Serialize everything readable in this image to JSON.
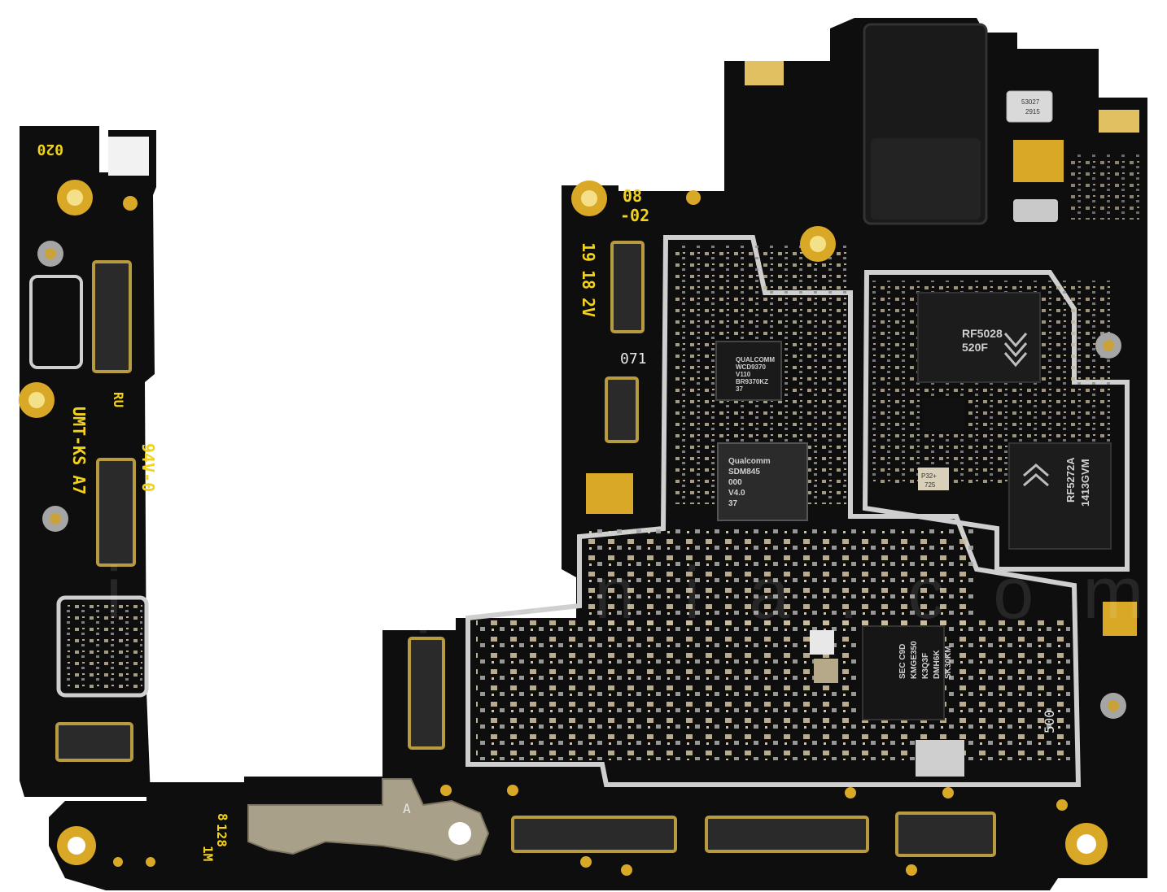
{
  "image": {
    "subject": "smartphone main logic board (PCB), component side",
    "background_color": "#ffffff",
    "board_color": "#0f0f0f",
    "silkscreen_color": "#f2d21a",
    "gold_pad_color": "#d9a826",
    "shield_frame_color": "#cfcfcf"
  },
  "markings": {
    "rev_020": "020",
    "date_line1": "08",
    "date_line2": "-02",
    "date_19": "19",
    "date_18": "18",
    "date_2v": "2V",
    "code_071": "071",
    "ru": "RU",
    "vendor": "UMT-KS A7",
    "rating": "94V-0",
    "code_8": "8",
    "code_128": "128",
    "code_1m": "1M",
    "code_500": "500",
    "letter_a": "A"
  },
  "chips": {
    "rf_transceiver_top": {
      "line1": "RF5028",
      "line2": "520F"
    },
    "rf_transceiver_bottom": {
      "line1": "RF5272A",
      "line2": "1413GVM"
    },
    "qualcomm_codec": {
      "line1": "QUALCOMM",
      "line2": "WCD9370",
      "line3": "V110",
      "line4": "BR9370KZ",
      "line5": "37"
    },
    "sdm_processor": {
      "line1": "Qualcomm",
      "line2": "SDM845",
      "line3": "000",
      "line4": "V4.0",
      "line5": "37"
    },
    "samsung_memory": {
      "line1": "SEC C9D",
      "line2": "KMGE350",
      "line3": "K3Q3F",
      "line4": "DMH6K",
      "line5": "SK30KM"
    },
    "crystal_top": {
      "line1": "53027",
      "line2": "2915"
    },
    "crystal_small": {
      "line1": "P32+",
      "line2": "725"
    }
  },
  "watermark": "ictoponia.com"
}
